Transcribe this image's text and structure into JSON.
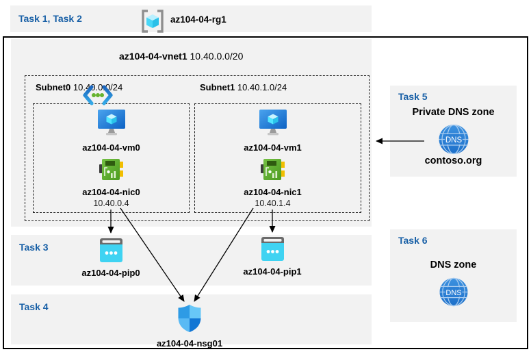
{
  "colors": {
    "task_heading_text": "#175FA6",
    "panel_background": "#F2F2F2",
    "border_black": "#000000",
    "vm_blue": "#1470CC",
    "cube_cyan": "#50E6FF",
    "nic_green": "#5CAD2C",
    "pip_cyan": "#3FD3F2",
    "nsg_blue": "#1276D4",
    "dns_blue": "#2E7FD4"
  },
  "top_band": {
    "task_label": "Task 1, Task 2",
    "resource_group": "az104-04-rg1"
  },
  "vnet": {
    "name": "az104-04-vnet1",
    "cidr": "10.40.0.0/20"
  },
  "subnets": [
    {
      "name": "Subnet0",
      "cidr": "10.40.0.0/24",
      "vm": "az104-04-vm0",
      "nic": "az104-04-nic0",
      "ip": "10.40.0.4"
    },
    {
      "name": "Subnet1",
      "cidr": "10.40.1.0/24",
      "vm": "az104-04-vm1",
      "nic": "az104-04-nic1",
      "ip": "10.40.1.4"
    }
  ],
  "task3": {
    "label": "Task 3",
    "pip0": "az104-04-pip0",
    "pip1": "az104-04-pip1"
  },
  "task4": {
    "label": "Task 4",
    "nsg": "az104-04-nsg01"
  },
  "task5": {
    "label": "Task 5",
    "title": "Private DNS zone",
    "zone": "contoso.org",
    "icon_label": "DNS"
  },
  "task6": {
    "label": "Task 6",
    "title": "DNS zone",
    "icon_label": "DNS"
  }
}
